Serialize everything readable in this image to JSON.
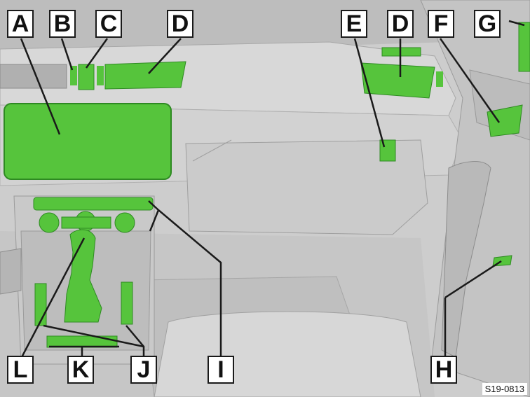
{
  "labels": {
    "A": "A",
    "B": "B",
    "C": "C",
    "D": "D",
    "E": "E",
    "F": "F",
    "G": "G",
    "H": "H",
    "I": "I",
    "J": "J",
    "K": "K",
    "L": "L"
  },
  "figure_id": "S19-0813",
  "colors": {
    "highlight": "#56c43c",
    "highlight_dark": "#2e8a22",
    "background": "#cfcfcf",
    "dash": "#d9d9d9"
  }
}
